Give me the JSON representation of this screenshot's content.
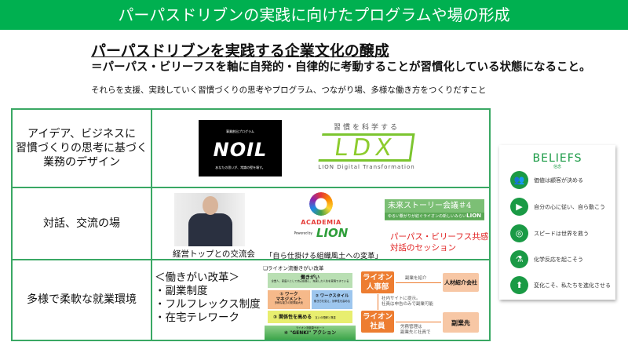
{
  "header": {
    "title": "パーパスドリブンの実践に向けたプログラムや場の形成"
  },
  "intro": {
    "heading": "パーパスドリブンを実践する企業文化の醸成",
    "definition": "＝パーパス・ビリーフスを軸に自発的・自律的に考動することが習慣化している状態になること。",
    "support": "それらを支援、実践していく習慣づくりの思考やプログラム、つながり場、多様な働き方をつくりだすこと"
  },
  "rows": [
    {
      "label": "アイデア、ビジネスに\n習慣づくりの思考に基づく\n業務のデザイン",
      "noil": {
        "top": "事業創出プログラム",
        "logo": "NOIL",
        "tagline": "あなたの思いが、常識の壁を壊す。"
      },
      "ldx": {
        "top": "習慣を科学する",
        "logo": "LDX",
        "sub": "LION Digital Transformation"
      }
    },
    {
      "label": "対話、交流の場",
      "photo_caption": "経営トップとの交流会",
      "academia": {
        "name": "ACADEMIA",
        "powered": "Powered by",
        "brand": "LION",
        "caption": "「自ら仕掛ける組織風土への変革」"
      },
      "mirai": {
        "title": "未来ストーリー会議＃4",
        "brand": "LION",
        "sub": "ゆるい繋がりが紡ぐライオンの新しいみらい"
      },
      "session": "パーパス・ビリーフス共感\n対話のセッション"
    },
    {
      "label": "多様で柔軟な就業環境",
      "reform": [
        "＜働きがい改革＞",
        "・副業制度",
        "・フルフレックス制度",
        "・在宅テレワーク"
      ],
      "diagram": {
        "title": "❏ライオン流働きがい改革",
        "top": "働きがい",
        "top_sub": "企業人、家庭人として自己成長し、充実した人生を実現できている",
        "t1": "① ワーク\nマネジメント",
        "t1_sub": "多様な能力の発揮最大化",
        "t2": "② ワークスタイル",
        "t2_sub": "働き方を変え、効率性を高める",
        "t3": "③ 関係性を高める",
        "t3_sub": "互いの理解と尊重",
        "base_sub": "ライオン流健康サポート",
        "base": "④ \"GENKI\" アクション"
      },
      "flow": {
        "hr": "ライオン\n人事部",
        "agency": "人材紹介会社",
        "employee": "ライオン\n社員",
        "side": "副業先",
        "n1": "副業を紹介",
        "n2": "社内サイトに提示。\n社員は申告のみで副業可能",
        "n3": "労務管理は\n副業先と社員で"
      }
    }
  ],
  "beliefs": {
    "title": "BELIEFS",
    "subtitle": "信念",
    "items": [
      {
        "icon": "people-icon",
        "text": "価値は顧客が決める"
      },
      {
        "icon": "play-icon",
        "text": "自分の心に従い、自ら動こう"
      },
      {
        "icon": "globe-hands-icon",
        "text": "スピードは世界を救う"
      },
      {
        "icon": "flask-icon",
        "text": "化学反応を起こそう"
      },
      {
        "icon": "arrow-up-icon",
        "text": "変化こそ、私たちを進化させる"
      }
    ]
  },
  "colors": {
    "accent": "#00b050",
    "border": "#3aa864",
    "orange": "#ed7d31",
    "red": "#e02020"
  }
}
